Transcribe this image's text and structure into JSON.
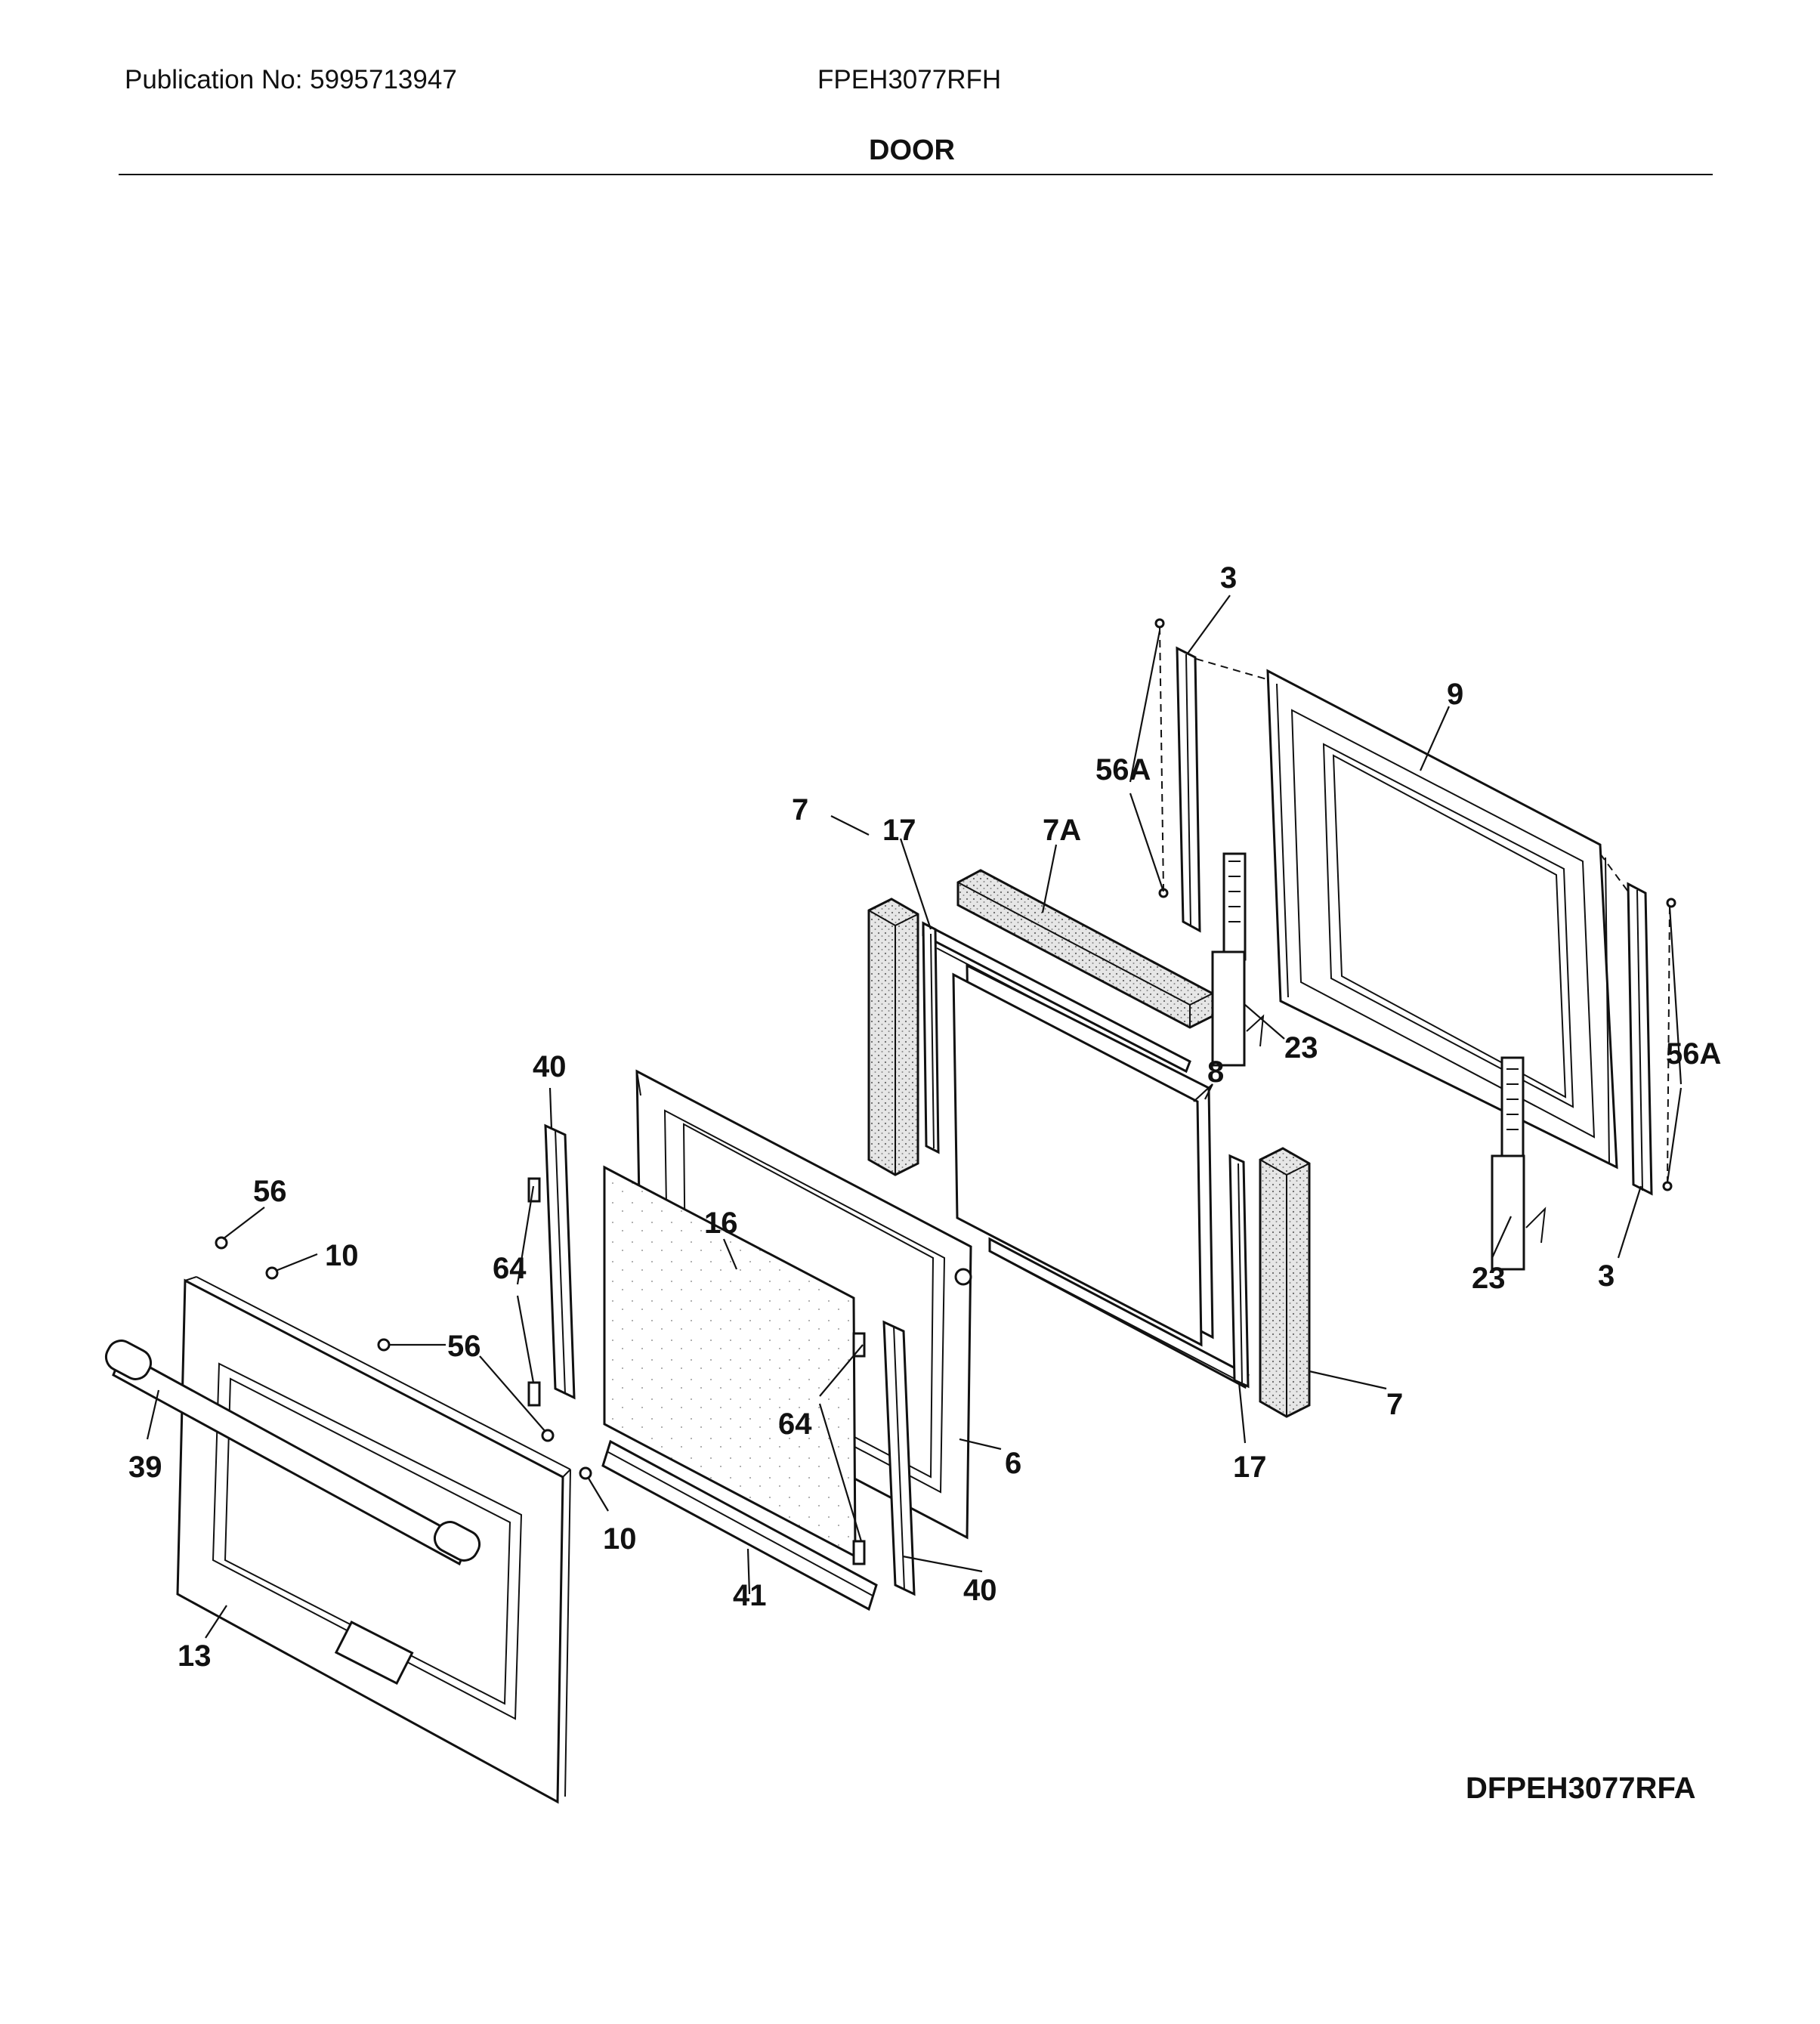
{
  "header": {
    "publication": "Publication No: 5995713947",
    "model": "FPEH3077RFH",
    "section": "DOOR"
  },
  "footer": {
    "diagram_code": "DFPEH3077RFA"
  },
  "callouts": {
    "c3a": "3",
    "c3b": "3",
    "c6": "6",
    "c7a": "7",
    "c7b": "7",
    "c7A": "7A",
    "c8": "8",
    "c9": "9",
    "c10a": "10",
    "c10b": "10",
    "c13": "13",
    "c16": "16",
    "c17a": "17",
    "c17b": "17",
    "c23a": "23",
    "c23b": "23",
    "c39": "39",
    "c40a": "40",
    "c40b": "40",
    "c41": "41",
    "c56a": "56",
    "c56b": "56",
    "c56Aa": "56A",
    "c56Ab": "56A",
    "c64a": "64",
    "c64b": "64"
  }
}
